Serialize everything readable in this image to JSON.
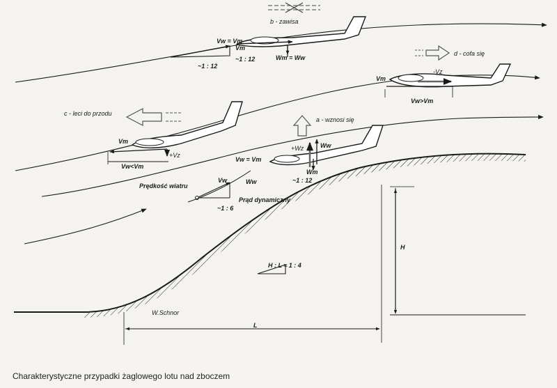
{
  "caption": "Charakterystyczne przypadki żaglowego lotu nad zboczem",
  "cases": {
    "b": "b - zawisa",
    "d": "d - cofa się",
    "c": "c - leci do przodu",
    "a": "a - wznosi się"
  },
  "labels": {
    "vw_eq_vm": "Vw = Vm",
    "vm": "Vm",
    "vw": "Vw",
    "ww": "Ww",
    "wm": "Wm",
    "wm_eq_ww": "Wm = Ww",
    "vw_gt_vm": "Vw>Vm",
    "vw_lt_vm": "Vw<Vm",
    "minus_vz": "-Vz",
    "plus_vz": "+Vz",
    "plus_wz": "+Wz",
    "ratio_12a": "~1 : 12",
    "ratio_12b": "~1 : 12",
    "ratio_12c": "~1 : 12",
    "ratio_6": "~1 : 6",
    "wind_speed": "Prędkość wiatru",
    "dynamic_current": "Prąd dynamiczny",
    "hl_ratio": "H : L ≈ 1 : 4",
    "h": "H",
    "l": "L",
    "signature": "W.Schnor"
  }
}
